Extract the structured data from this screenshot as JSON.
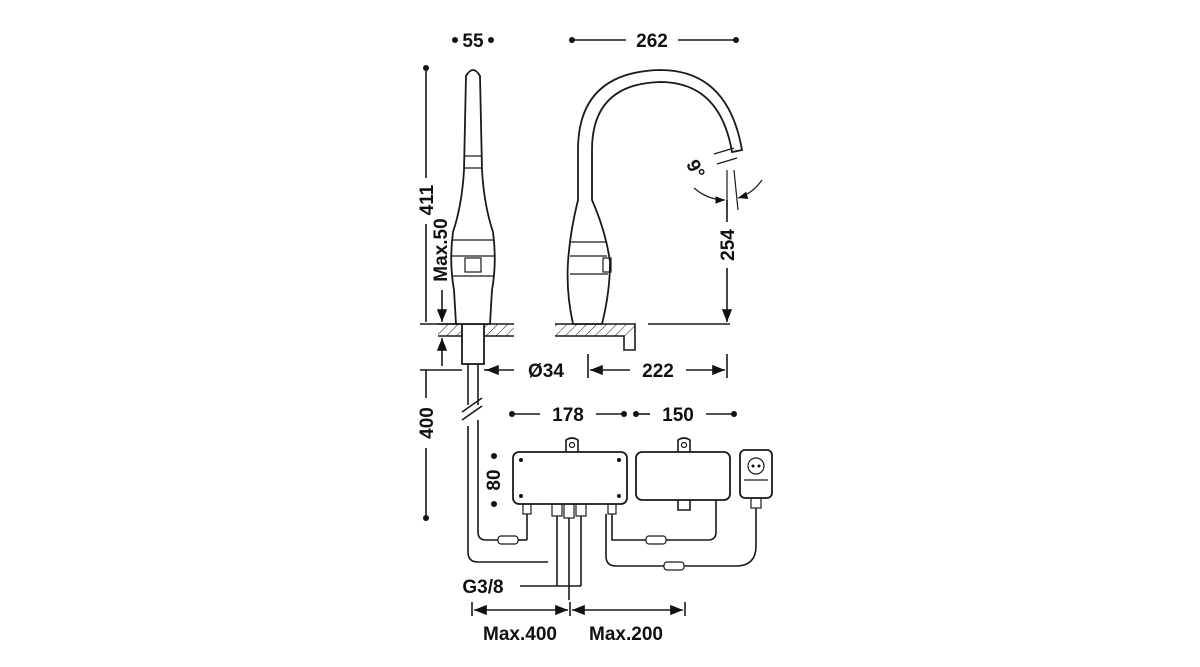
{
  "dimensions": {
    "spout_width": "55",
    "spout_reach": "262",
    "total_height": "411",
    "max_deck": "Max.50",
    "spout_height": "254",
    "angle": "9°",
    "hole_diameter": "Ø34",
    "base_offset": "222",
    "cable_length": "400",
    "box1_width": "178",
    "box2_width": "150",
    "box_height": "80",
    "connection": "G3/8",
    "max_left": "Max.400",
    "max_right": "Max.200"
  },
  "colors": {
    "line": "#1a1a1a",
    "background": "#ffffff"
  }
}
